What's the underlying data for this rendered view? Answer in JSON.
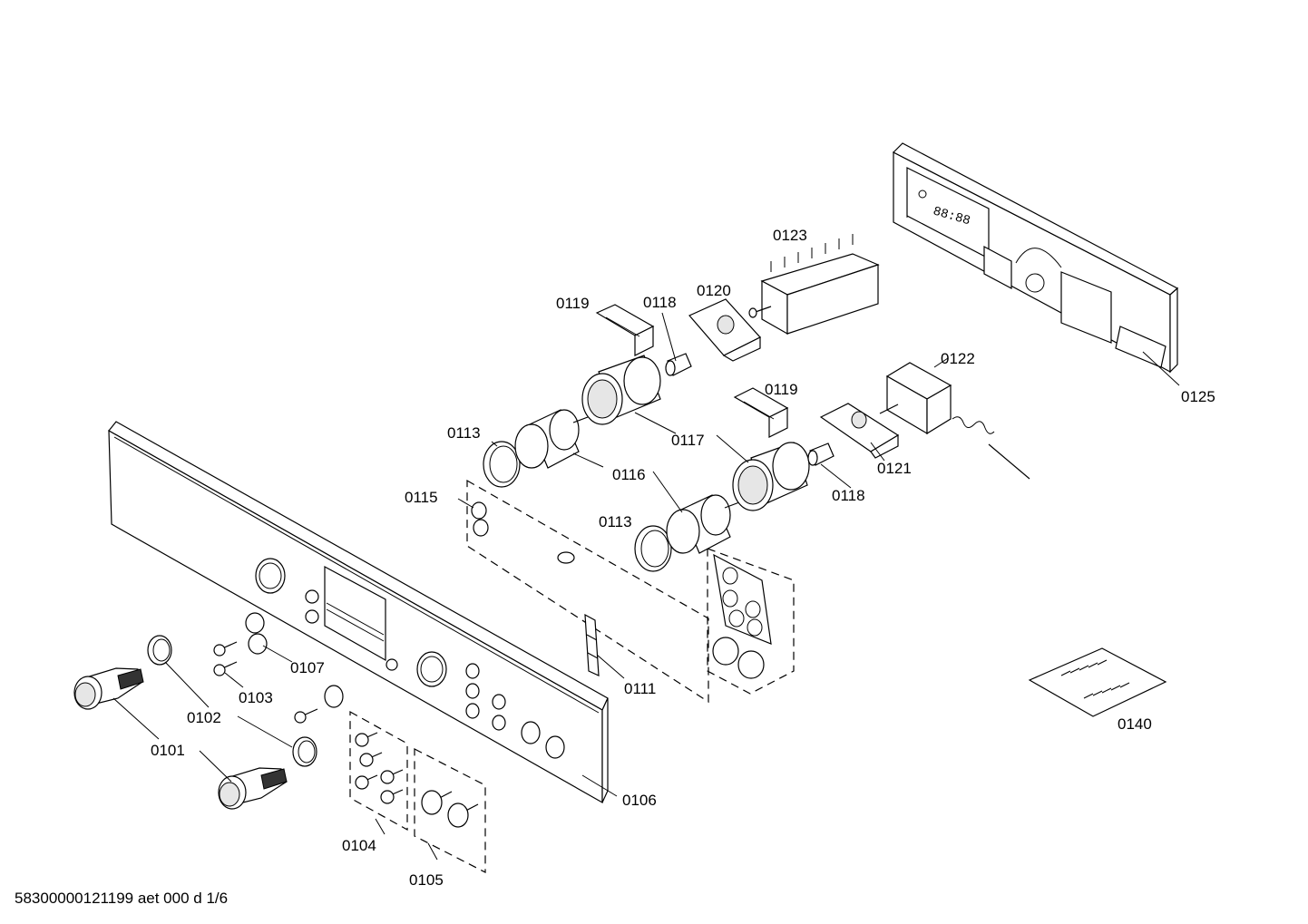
{
  "labels": {
    "p0101": "0101",
    "p0102": "0102",
    "p0103": "0103",
    "p0104": "0104",
    "p0105": "0105",
    "p0106": "0106",
    "p0107": "0107",
    "p0111": "0111",
    "p0113a": "0113",
    "p0113b": "0113",
    "p0115": "0115",
    "p0116": "0116",
    "p0117": "0117",
    "p0118a": "0118",
    "p0118b": "0118",
    "p0119a": "0119",
    "p0119b": "0119",
    "p0120": "0120",
    "p0121": "0121",
    "p0122": "0122",
    "p0123": "0123",
    "p0125": "0125",
    "p0140": "0140"
  },
  "display_text": "88:88",
  "footer": "58300000121199 aet 000 d 1/6"
}
